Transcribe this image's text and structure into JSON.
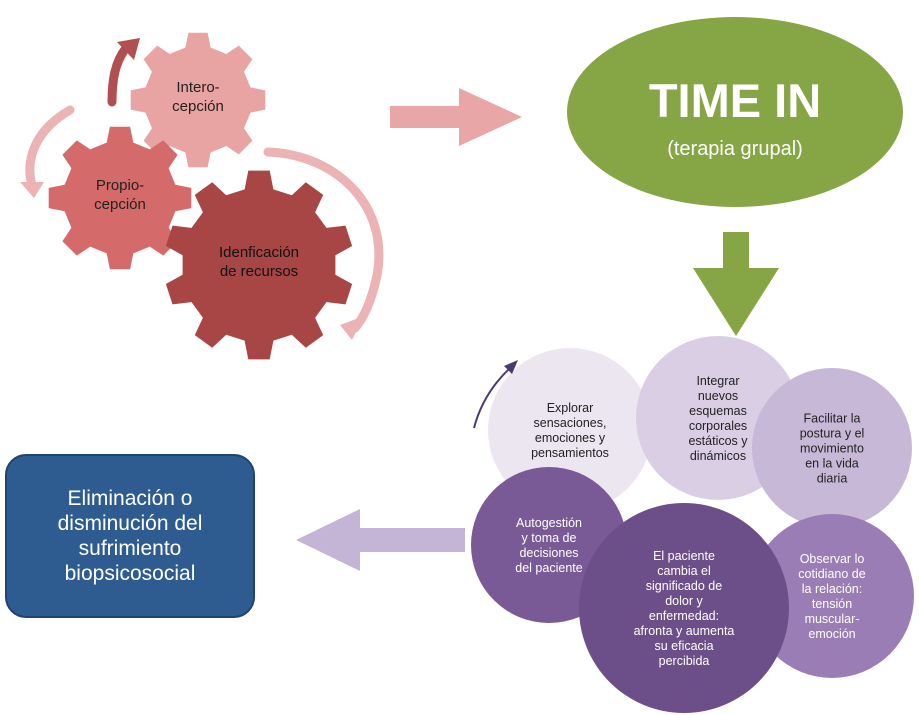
{
  "colors": {
    "gear_light": "#E8A3A3",
    "gear_mid": "#D46A6A",
    "gear_dark": "#A84545",
    "cycle_arrow_light": "#EBB3B3",
    "cycle_arrow_dark": "#B05050",
    "arrow_pink": "#E8A6A6",
    "ellipse_green": "#86A544",
    "arrow_green": "#86A544",
    "box_blue": "#2E5C91",
    "box_border": "#1E4470",
    "arrow_lilac": "#C4B4D6",
    "circle_very_light": "#ECE6F0",
    "circle_light": "#D9CEE3",
    "circle_light2": "#C8B8D8",
    "circle_mid": "#9A7DB5",
    "circle_dark": "#7A5A96",
    "circle_darkest": "#6C4E88",
    "small_arrow": "#4A3A70"
  },
  "gears": [
    {
      "id": "intero",
      "label": [
        "Intero-",
        "cepción"
      ],
      "fill": "gear_light"
    },
    {
      "id": "propio",
      "label": [
        "Propio-",
        "cepción"
      ],
      "fill": "gear_mid"
    },
    {
      "id": "recursos",
      "label": [
        "Idenficación",
        "de recursos"
      ],
      "fill": "gear_dark"
    }
  ],
  "time_in": {
    "title": "TIME IN",
    "subtitle": "(terapia grupal)"
  },
  "outcome_box": {
    "text": "Eliminación o\ndisminución del\nsufrimiento\nbiopsicosocial"
  },
  "circles": [
    {
      "id": "explorar",
      "lines": [
        "Explorar",
        "sensaciones,",
        "emociones y",
        "pensamientos"
      ],
      "fill": "circle_very_light",
      "text_color": "#222222"
    },
    {
      "id": "integrar",
      "lines": [
        "Integrar",
        "nuevos",
        "esquemas",
        "corporales",
        "estáticos y",
        "dinámicos"
      ],
      "fill": "circle_light",
      "text_color": "#222222"
    },
    {
      "id": "facilitar",
      "lines": [
        "Facilitar la",
        "postura y el",
        "movimiento",
        "en la vida",
        "diaria"
      ],
      "fill": "circle_light2",
      "text_color": "#222222"
    },
    {
      "id": "autogestion",
      "lines": [
        "Autogestión",
        "y toma de",
        "decisiones",
        "del paciente"
      ],
      "fill": "circle_dark",
      "text_color": "#ffffff"
    },
    {
      "id": "paciente",
      "lines": [
        "El paciente",
        "cambia el",
        "significado de",
        "dolor y",
        "enfermedad:",
        "afronta y aumenta",
        "su eficacia",
        "percibida"
      ],
      "fill": "circle_darkest",
      "text_color": "#ffffff"
    },
    {
      "id": "observar",
      "lines": [
        "Observar lo",
        "cotidiano de",
        "la relación:",
        "tensión",
        "muscular-",
        "emoción"
      ],
      "fill": "circle_mid",
      "text_color": "#ffffff"
    }
  ]
}
